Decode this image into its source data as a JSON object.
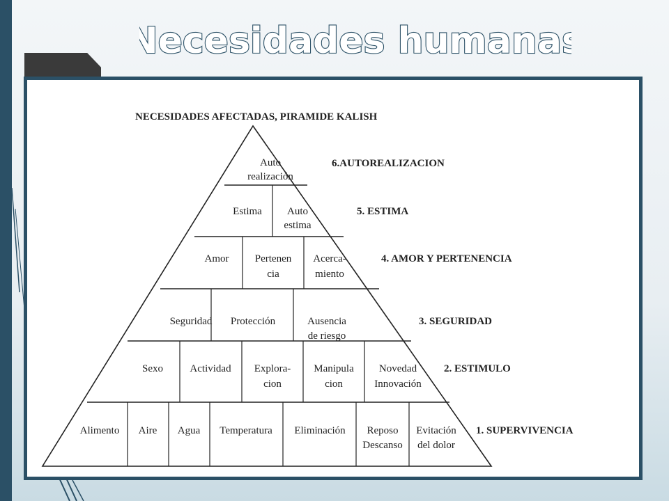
{
  "slide": {
    "title": "Necesidades humanas",
    "colors": {
      "accent": "#2b5066",
      "tab": "#3a3a3a",
      "frame_bg": "#ffffff"
    }
  },
  "diagram": {
    "heading": "NECESIDADES AFECTADAS,  PIRAMIDE KALISH",
    "levels": [
      {
        "name": "6.AUTOREALIZACION",
        "cells": [
          [
            "Auto",
            "realización"
          ]
        ]
      },
      {
        "name": "5. ESTIMA",
        "cells": [
          [
            "Estima"
          ],
          [
            "Auto",
            "estima"
          ]
        ]
      },
      {
        "name": "4. AMOR Y PERTENENCIA",
        "cells": [
          [
            "Amor"
          ],
          [
            "Pertenen",
            "cia"
          ],
          [
            "Acerca-",
            "miento"
          ]
        ]
      },
      {
        "name": "3. SEGURIDAD",
        "cells": [
          [
            "Seguridad"
          ],
          [
            "Protección"
          ],
          [
            "Ausencia",
            "de riesgo"
          ]
        ]
      },
      {
        "name": "2. ESTIMULO",
        "cells": [
          [
            "Sexo"
          ],
          [
            "Actividad"
          ],
          [
            "Explora-",
            "cion"
          ],
          [
            "Manipula",
            "cion"
          ],
          [
            "Novedad",
            "Innovación"
          ]
        ]
      },
      {
        "name": "1. SUPERVIVENCIA",
        "cells": [
          [
            "Alimento"
          ],
          [
            "Aire"
          ],
          [
            "Agua"
          ],
          [
            "Temperatura"
          ],
          [
            "Eliminación"
          ],
          [
            "Reposo",
            "Descanso"
          ],
          [
            "Evitación",
            "del dolor"
          ]
        ]
      }
    ]
  }
}
